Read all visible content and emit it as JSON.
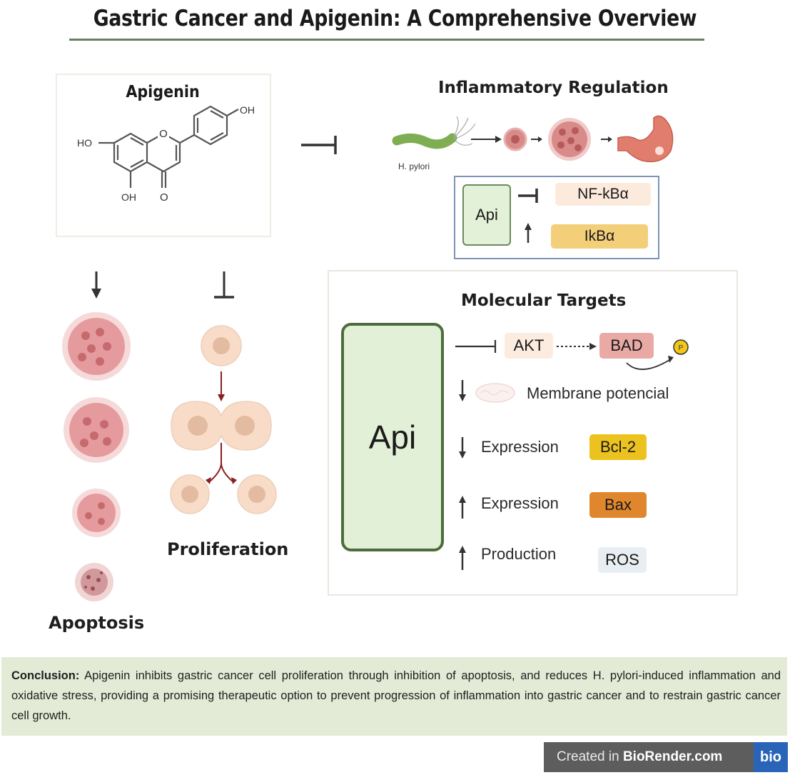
{
  "title": "Gastric Cancer and Apigenin: A Comprehensive Overview",
  "apigenin_panel": {
    "title": "Apigenin",
    "structure_labels": {
      "oh_top": "OH",
      "ho_left": "HO",
      "oh_bottom": "OH",
      "o_carbonyl": "O",
      "o_ring": "O"
    }
  },
  "inflammatory": {
    "title": "Inflammatory Regulation",
    "bacterium_label": "H. pylori",
    "api_label": "Api",
    "targets": [
      {
        "name": "NF-kBα",
        "effect": "inhibit",
        "color": "#fcebdc"
      },
      {
        "name": "IkBα",
        "effect": "increase",
        "color": "#f4cf7a"
      }
    ]
  },
  "left_effects": {
    "apoptosis_label": "Apoptosis",
    "apoptosis_effect": "induce",
    "proliferation_label": "Proliferation",
    "proliferation_effect": "inhibit"
  },
  "molecular": {
    "title": "Molecular Targets",
    "api_label": "Api",
    "akt": "AKT",
    "bad": "BAD",
    "phospho": "P",
    "rows": [
      {
        "direction": "down",
        "text": "Membrane potencial"
      },
      {
        "direction": "down",
        "text": "Expression",
        "target": "Bcl-2",
        "color": "#ecc21e"
      },
      {
        "direction": "up",
        "text": "Expression",
        "target": "Bax",
        "color": "#e0872d"
      },
      {
        "direction": "up",
        "text": "Production",
        "target": "ROS",
        "color": "#e8eef1"
      }
    ]
  },
  "conclusion": {
    "label": "Conclusion:",
    "text": " Apigenin inhibits gastric cancer cell proliferation through inhibition of apoptosis, and reduces H. pylori-induced inflammation and oxidative stress, providing a promising therapeutic option to prevent progression of inflammation into gastric cancer and to restrain gastric cancer cell growth."
  },
  "badge": {
    "prefix": "Created in ",
    "brand": "BioRender.com",
    "logo": "bio"
  },
  "colors": {
    "rule": "#6b7d63",
    "api_fill": "#e3f0d8",
    "api_border": "#4c6d39",
    "conclusion_bg": "#e3ebd6",
    "arrow_red": "#8b1f1f"
  }
}
